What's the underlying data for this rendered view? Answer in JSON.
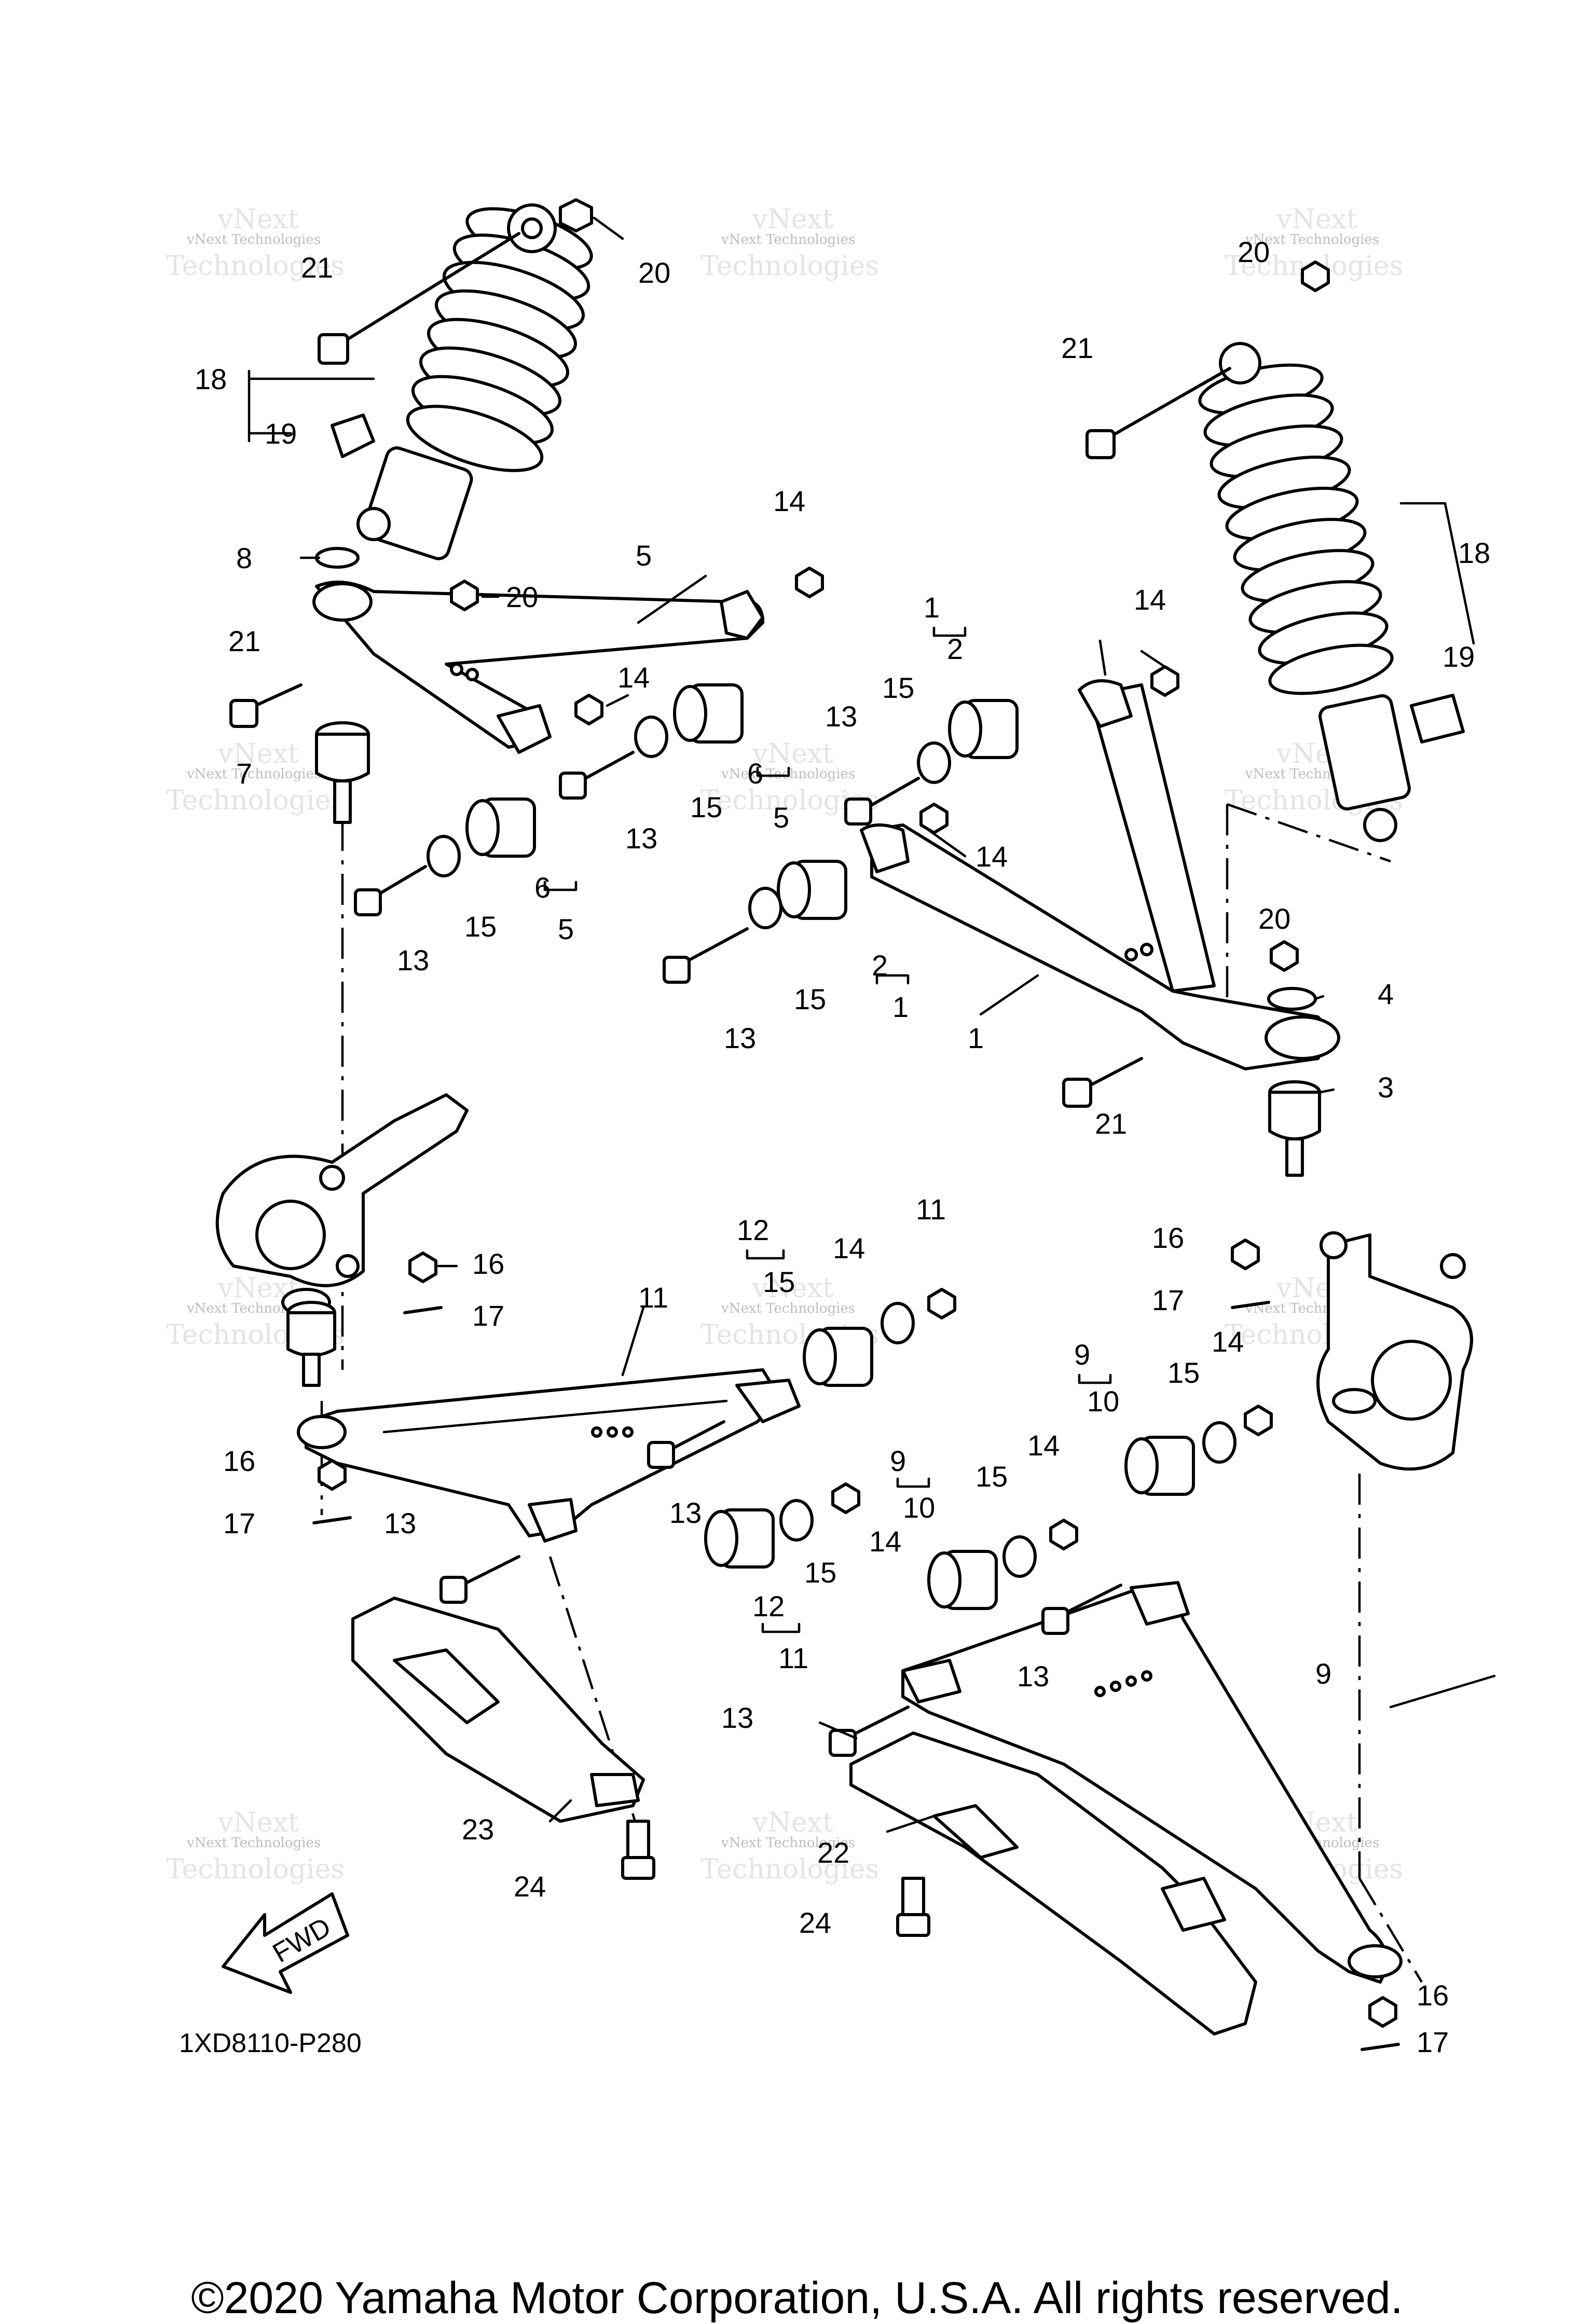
{
  "diagram": {
    "ref_code": "1XD8110-P280",
    "fwd_label": "FWD",
    "watermark_small": "vNext Technologies",
    "watermark_large": "Technologies",
    "watermark_top": "vNext",
    "callouts": [
      {
        "id": "c21a",
        "text": "21"
      },
      {
        "id": "c20a",
        "text": "20"
      },
      {
        "id": "c18a",
        "text": "18"
      },
      {
        "id": "c19a",
        "text": "19"
      },
      {
        "id": "c8",
        "text": "8"
      },
      {
        "id": "c5a",
        "text": "5"
      },
      {
        "id": "c14a",
        "text": "14"
      },
      {
        "id": "c20b",
        "text": "20"
      },
      {
        "id": "c21b",
        "text": "21"
      },
      {
        "id": "c14b",
        "text": "14"
      },
      {
        "id": "c7",
        "text": "7"
      },
      {
        "id": "c13a",
        "text": "13"
      },
      {
        "id": "c15a",
        "text": "15"
      },
      {
        "id": "c6a",
        "text": "6"
      },
      {
        "id": "c5b",
        "text": "5"
      },
      {
        "id": "c13b",
        "text": "13"
      },
      {
        "id": "c15b",
        "text": "15"
      },
      {
        "id": "c6b",
        "text": "6"
      },
      {
        "id": "c5c",
        "text": "5"
      },
      {
        "id": "c20c",
        "text": "20"
      },
      {
        "id": "c21c",
        "text": "21"
      },
      {
        "id": "c18b",
        "text": "18"
      },
      {
        "id": "c19b",
        "text": "19"
      },
      {
        "id": "c1a",
        "text": "1"
      },
      {
        "id": "c2a",
        "text": "2"
      },
      {
        "id": "c14c",
        "text": "14"
      },
      {
        "id": "c13c",
        "text": "13"
      },
      {
        "id": "c15c",
        "text": "15"
      },
      {
        "id": "c14d",
        "text": "14"
      },
      {
        "id": "c13d",
        "text": "13"
      },
      {
        "id": "c15d",
        "text": "15"
      },
      {
        "id": "c2b",
        "text": "2"
      },
      {
        "id": "c1b",
        "text": "1"
      },
      {
        "id": "c1c",
        "text": "1"
      },
      {
        "id": "c20d",
        "text": "20"
      },
      {
        "id": "c4",
        "text": "4"
      },
      {
        "id": "c3",
        "text": "3"
      },
      {
        "id": "c21d",
        "text": "21"
      },
      {
        "id": "c16a",
        "text": "16"
      },
      {
        "id": "c17a",
        "text": "17"
      },
      {
        "id": "c11a",
        "text": "11"
      },
      {
        "id": "c12a",
        "text": "12"
      },
      {
        "id": "c15e",
        "text": "15"
      },
      {
        "id": "c14e",
        "text": "14"
      },
      {
        "id": "c11b",
        "text": "11"
      },
      {
        "id": "c16b",
        "text": "16"
      },
      {
        "id": "c17b",
        "text": "17"
      },
      {
        "id": "c16c",
        "text": "16"
      },
      {
        "id": "c17c",
        "text": "17"
      },
      {
        "id": "c9a",
        "text": "9"
      },
      {
        "id": "c10a",
        "text": "10"
      },
      {
        "id": "c15f",
        "text": "15"
      },
      {
        "id": "c14f",
        "text": "14"
      },
      {
        "id": "c13e",
        "text": "13"
      },
      {
        "id": "c13f",
        "text": "13"
      },
      {
        "id": "c12b",
        "text": "12"
      },
      {
        "id": "c15g",
        "text": "15"
      },
      {
        "id": "c14g",
        "text": "14"
      },
      {
        "id": "c11c",
        "text": "11"
      },
      {
        "id": "c9b",
        "text": "9"
      },
      {
        "id": "c10b",
        "text": "10"
      },
      {
        "id": "c15h",
        "text": "15"
      },
      {
        "id": "c14h",
        "text": "14"
      },
      {
        "id": "c13g",
        "text": "13"
      },
      {
        "id": "c9c",
        "text": "9"
      },
      {
        "id": "c13h",
        "text": "13"
      },
      {
        "id": "c23",
        "text": "23"
      },
      {
        "id": "c24a",
        "text": "24"
      },
      {
        "id": "c22",
        "text": "22"
      },
      {
        "id": "c24b",
        "text": "24"
      },
      {
        "id": "c16d",
        "text": "16"
      },
      {
        "id": "c17d",
        "text": "17"
      }
    ]
  },
  "footer": {
    "copyright": "©2020 Yamaha Motor Corporation, U.S.A. All rights reserved."
  }
}
